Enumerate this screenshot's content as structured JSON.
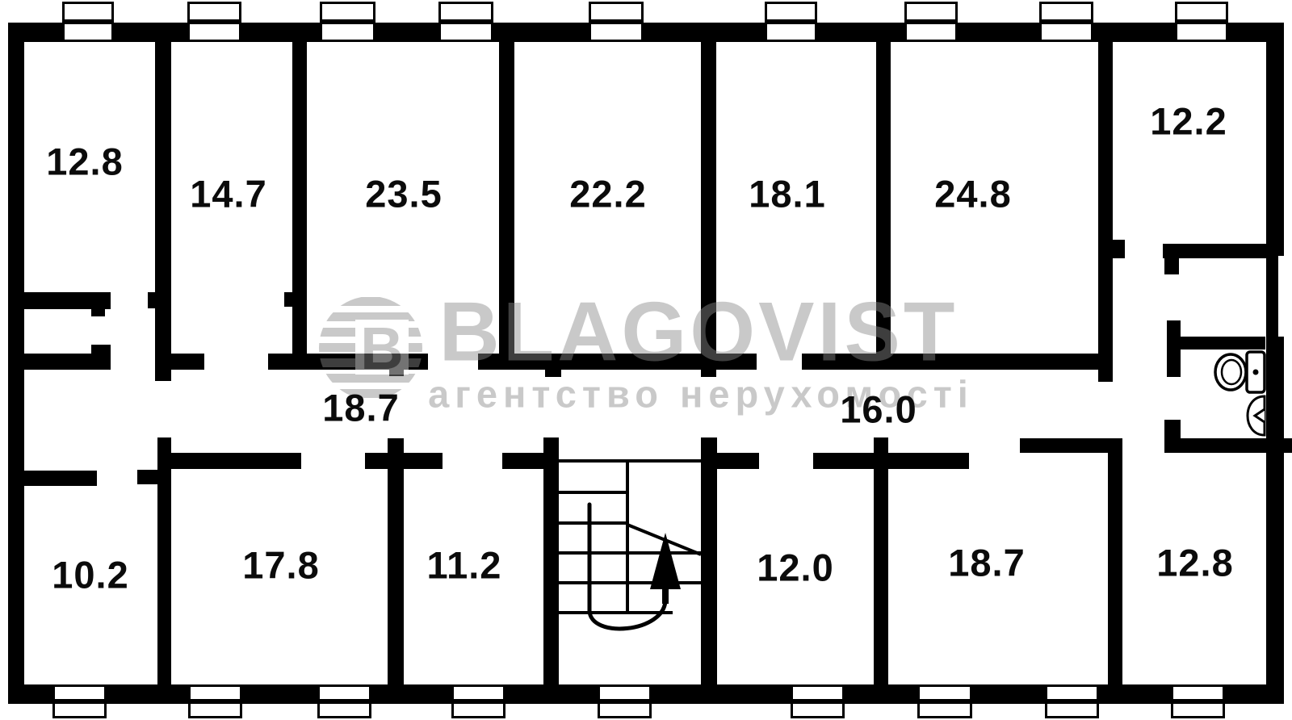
{
  "watermark": {
    "brand": "BLAGOVIST",
    "tagline": "агентство нерухомості",
    "logo_letter": "B"
  },
  "plan": {
    "rooms": [
      {
        "id": "top-room-1",
        "area": "12.8"
      },
      {
        "id": "top-room-2",
        "area": "14.7"
      },
      {
        "id": "top-room-3",
        "area": "23.5"
      },
      {
        "id": "top-room-4",
        "area": "22.2"
      },
      {
        "id": "top-room-5",
        "area": "18.1"
      },
      {
        "id": "top-room-6",
        "area": "24.8"
      },
      {
        "id": "top-room-7",
        "area": "12.2"
      },
      {
        "id": "corridor-left",
        "area": "18.7"
      },
      {
        "id": "corridor-right",
        "area": "16.0"
      },
      {
        "id": "bottom-room-1",
        "area": "10.2"
      },
      {
        "id": "bottom-room-2",
        "area": "17.8"
      },
      {
        "id": "bottom-room-3",
        "area": "11.2"
      },
      {
        "id": "bottom-room-4",
        "area": "12.0"
      },
      {
        "id": "bottom-room-5",
        "area": "18.7"
      },
      {
        "id": "bottom-room-6",
        "area": "12.8"
      }
    ],
    "fixtures": {
      "staircase": "staircase-up-arrow",
      "toilet": "toilet-icon",
      "sink": "sink-icon",
      "window": "window-symbol"
    },
    "colors": {
      "wall": "#000000",
      "background": "#ffffff",
      "watermark": "#8a8a8a",
      "label": "#0b0b0b"
    }
  }
}
